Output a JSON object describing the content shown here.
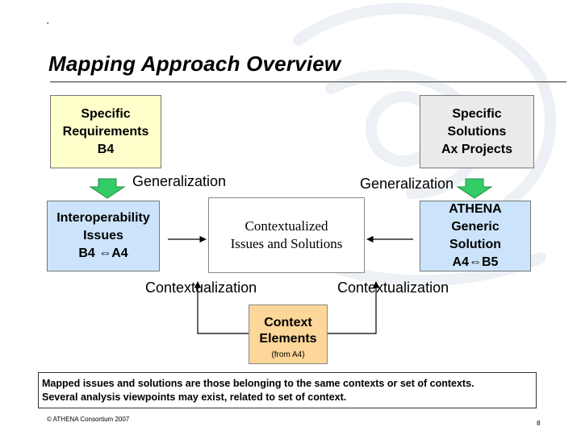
{
  "slide": {
    "tick_mark": "‘",
    "title": "Mapping Approach Overview",
    "boxes": {
      "specific_requirements": "Specific\nRequirements\nB4",
      "specific_solutions": "Specific\nSolutions\nAx Projects",
      "interoperability_issues": "Interoperability\nIssues\nB4 ⇔A4",
      "contextualized": "Contextualized\nIssues and Solutions",
      "athena_solution": "ATHENA\nGeneric\nSolution\nA4⇔B5",
      "context_elements": "Context\nElements",
      "context_elements_sub": "(from A4)"
    },
    "labels": {
      "generalization_left": "Generalization",
      "generalization_right": "Generalization",
      "contextualization_left": "Contextualization",
      "contextualization_right": "Contextualization"
    },
    "note": {
      "line1": "Mapped issues and solutions are those belonging to the same contexts or set of contexts.",
      "line2": "Several analysis viewpoints may exist, related to set of context."
    },
    "footer": "© ATHENA Consortium 2007",
    "page_number": "8"
  },
  "colors": {
    "requirements_fill": "#ffffcc",
    "solutions_fill": "#ebebeb",
    "issues_fill": "#cce4fb",
    "context_elements_fill": "#fdd699",
    "down_arrow_fill": "#33cc66"
  }
}
